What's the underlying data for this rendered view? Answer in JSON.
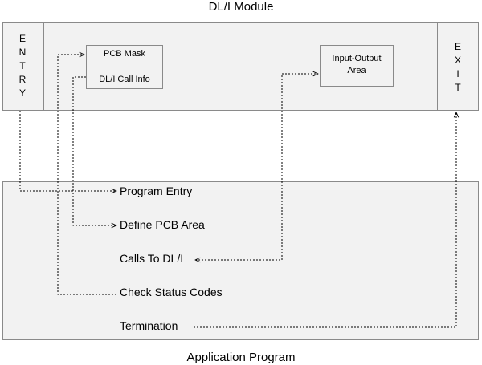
{
  "module": {
    "title": "DL/I Module",
    "entry_label": "E\nN\nT\nR\nY",
    "exit_label": "E\nX\nI\nT",
    "pcb_mask": "PCB Mask",
    "call_info": "DL/I Call Info",
    "io_area_line1": "Input-Output",
    "io_area_line2": "Area"
  },
  "program": {
    "title": "Application Program",
    "steps": [
      "Program Entry",
      "Define PCB Area",
      "Calls To DL/I",
      "Check Status Codes",
      "Termination"
    ]
  }
}
